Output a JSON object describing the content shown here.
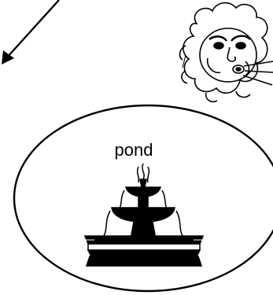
{
  "diagram": {
    "pond_label": "pond",
    "elements": [
      {
        "id": "wind-arrow",
        "kind": "arrow",
        "icon": "arrow-icon"
      },
      {
        "id": "wind-face",
        "kind": "illustration",
        "icon": "wind-blowing-face-icon"
      },
      {
        "id": "pond-region",
        "kind": "ellipse",
        "label": "pond"
      },
      {
        "id": "fountain",
        "kind": "illustration",
        "icon": "fountain-icon"
      }
    ],
    "colors": {
      "stroke": "#000000",
      "background": "#ffffff"
    }
  }
}
